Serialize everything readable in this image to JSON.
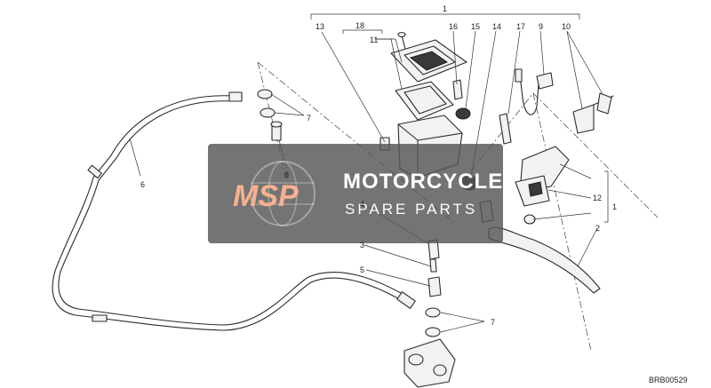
{
  "diagram": {
    "drawing_code": "BRB00529",
    "callouts": {
      "c1_top": "1",
      "c13": "13",
      "c18": "18",
      "c11": "11",
      "c16": "16",
      "c15": "15",
      "c14": "14",
      "c17": "17",
      "c9": "9",
      "c10": "10",
      "c7_upper": "7",
      "c8": "8",
      "c6": "6",
      "c4": "4",
      "c3": "3",
      "c5": "5",
      "c7_lower": "7",
      "c12": "12",
      "c1_right": "1",
      "c2": "2"
    }
  },
  "watermark": {
    "logo": "MSP",
    "title": "MOTORCYCLE",
    "subtitle": "SPARE PARTS",
    "accent_color": "#f39a6b",
    "overlay_color": "#555555"
  }
}
